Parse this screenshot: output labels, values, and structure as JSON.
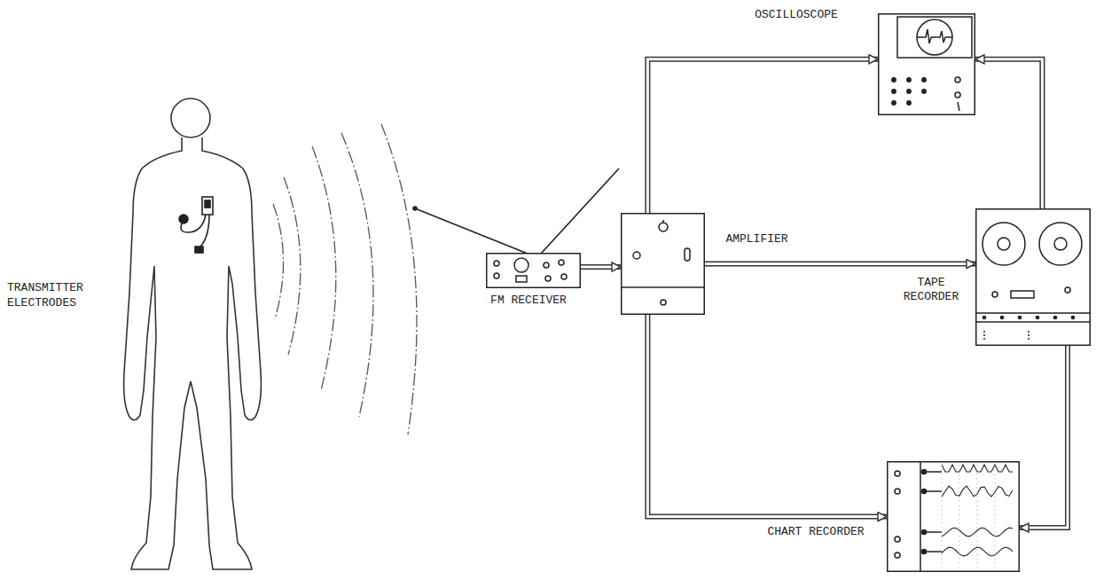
{
  "diagram": {
    "nodes": [
      {
        "text": [
          "FM RECEIVER"
        ]
      },
      {
        "text": [
          "AMPLIFIER"
        ]
      },
      {
        "text": [
          "OSCILLOSCOPE"
        ]
      },
      {
        "text": [
          "TAPE RECORDER"
        ]
      },
      {
        "text": [
          "CHART RECORDER"
        ]
      }
    ],
    "edges": [
      {
        "from": 0,
        "to": 1,
        "arrow": "to"
      },
      {
        "from": 1,
        "to": 2,
        "arrow": "to"
      },
      {
        "from": 1,
        "to": 3,
        "arrow": "to"
      },
      {
        "from": 1,
        "to": 4,
        "arrow": "to"
      },
      {
        "from": 3,
        "to": 2,
        "arrow": "to"
      },
      {
        "from": 3,
        "to": 4,
        "arrow": "to"
      }
    ],
    "labels": [
      "TRANSMITTER ELECTRODES"
    ]
  }
}
